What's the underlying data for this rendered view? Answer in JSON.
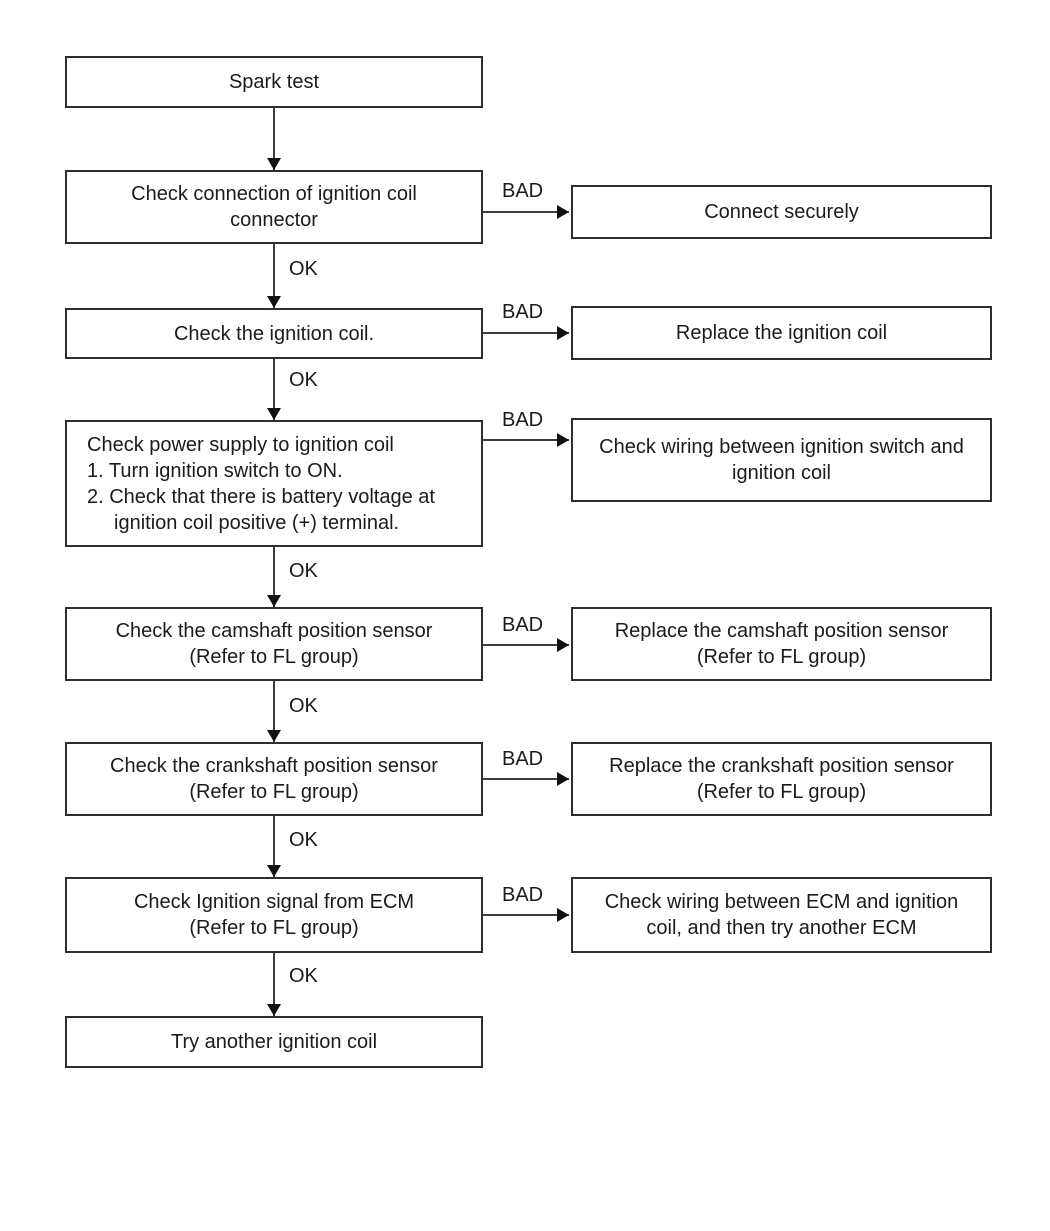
{
  "labels": {
    "ok": "OK",
    "bad": "BAD"
  },
  "colors": {
    "background": "#ffffff",
    "box_border": "#2e2e2e",
    "line": "#3c3c3c",
    "arrowhead": "#111111",
    "text": "#1b1b1b"
  },
  "boxes": {
    "spark_test": {
      "line1": "Spark test"
    },
    "check_connection": {
      "line1": "Check connection of ignition coil",
      "line2": "connector"
    },
    "check_ignition_coil": {
      "line1": "Check the ignition coil."
    },
    "check_power_supply": {
      "line1": "Check power supply to ignition coil",
      "line2": "1. Turn ignition switch to ON.",
      "line3": "2. Check that there is battery voltage at",
      "line4": "ignition coil positive (+) terminal."
    },
    "check_camshaft_sensor": {
      "line1": "Check the camshaft position sensor",
      "line2": "(Refer to FL group)"
    },
    "check_crankshaft_sensor": {
      "line1": "Check the crankshaft position sensor",
      "line2": "(Refer to FL group)"
    },
    "check_ignition_signal": {
      "line1": "Check Ignition signal from ECM",
      "line2": "(Refer to FL group)"
    },
    "try_another_coil": {
      "line1": "Try another ignition coil"
    },
    "connect_securely": {
      "line1": "Connect securely"
    },
    "replace_ignition_coil": {
      "line1": "Replace the ignition coil"
    },
    "check_wiring_ignition_switch": {
      "line1": "Check wiring between ignition switch and",
      "line2": "ignition coil"
    },
    "replace_camshaft_sensor": {
      "line1": "Replace the camshaft position sensor",
      "line2": "(Refer to FL group)"
    },
    "replace_crankshaft_sensor": {
      "line1": "Replace the crankshaft position sensor",
      "line2": "(Refer to FL group)"
    },
    "check_wiring_ecm": {
      "line1": "Check wiring between ECM and ignition",
      "line2": "coil, and then try another ECM"
    }
  }
}
